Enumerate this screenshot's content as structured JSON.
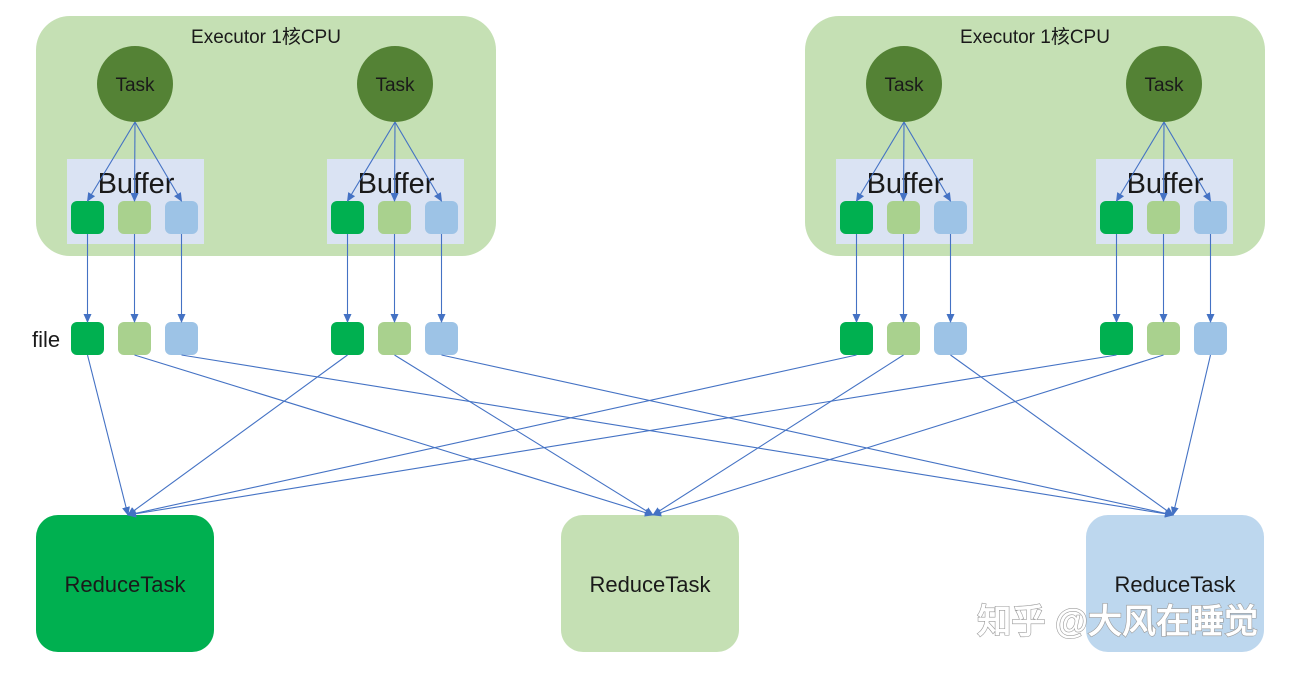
{
  "colors": {
    "executor_bg": "#c5e0b4",
    "task": "#548235",
    "buffer_bg": "#dae3f3",
    "dark_green": "#00b050",
    "light_green": "#a9d18e",
    "light_blue": "#9dc3e6",
    "reduce_light_green": "#c5e0b4",
    "reduce_light_blue": "#bdd7ee",
    "arrow": "#4472c4"
  },
  "executors": [
    {
      "title": "Executor 1核CPU",
      "tasks": [
        {
          "label": "Task",
          "buffer_label": "Buffer"
        },
        {
          "label": "Task",
          "buffer_label": "Buffer"
        }
      ]
    },
    {
      "title": "Executor 1核CPU",
      "tasks": [
        {
          "label": "Task",
          "buffer_label": "Buffer"
        },
        {
          "label": "Task",
          "buffer_label": "Buffer"
        }
      ]
    }
  ],
  "file_label": "file",
  "reduce_tasks": [
    {
      "label": "ReduceTask"
    },
    {
      "label": "ReduceTask"
    },
    {
      "label": "ReduceTask"
    }
  ],
  "watermark": "知乎 @大风在睡觉"
}
